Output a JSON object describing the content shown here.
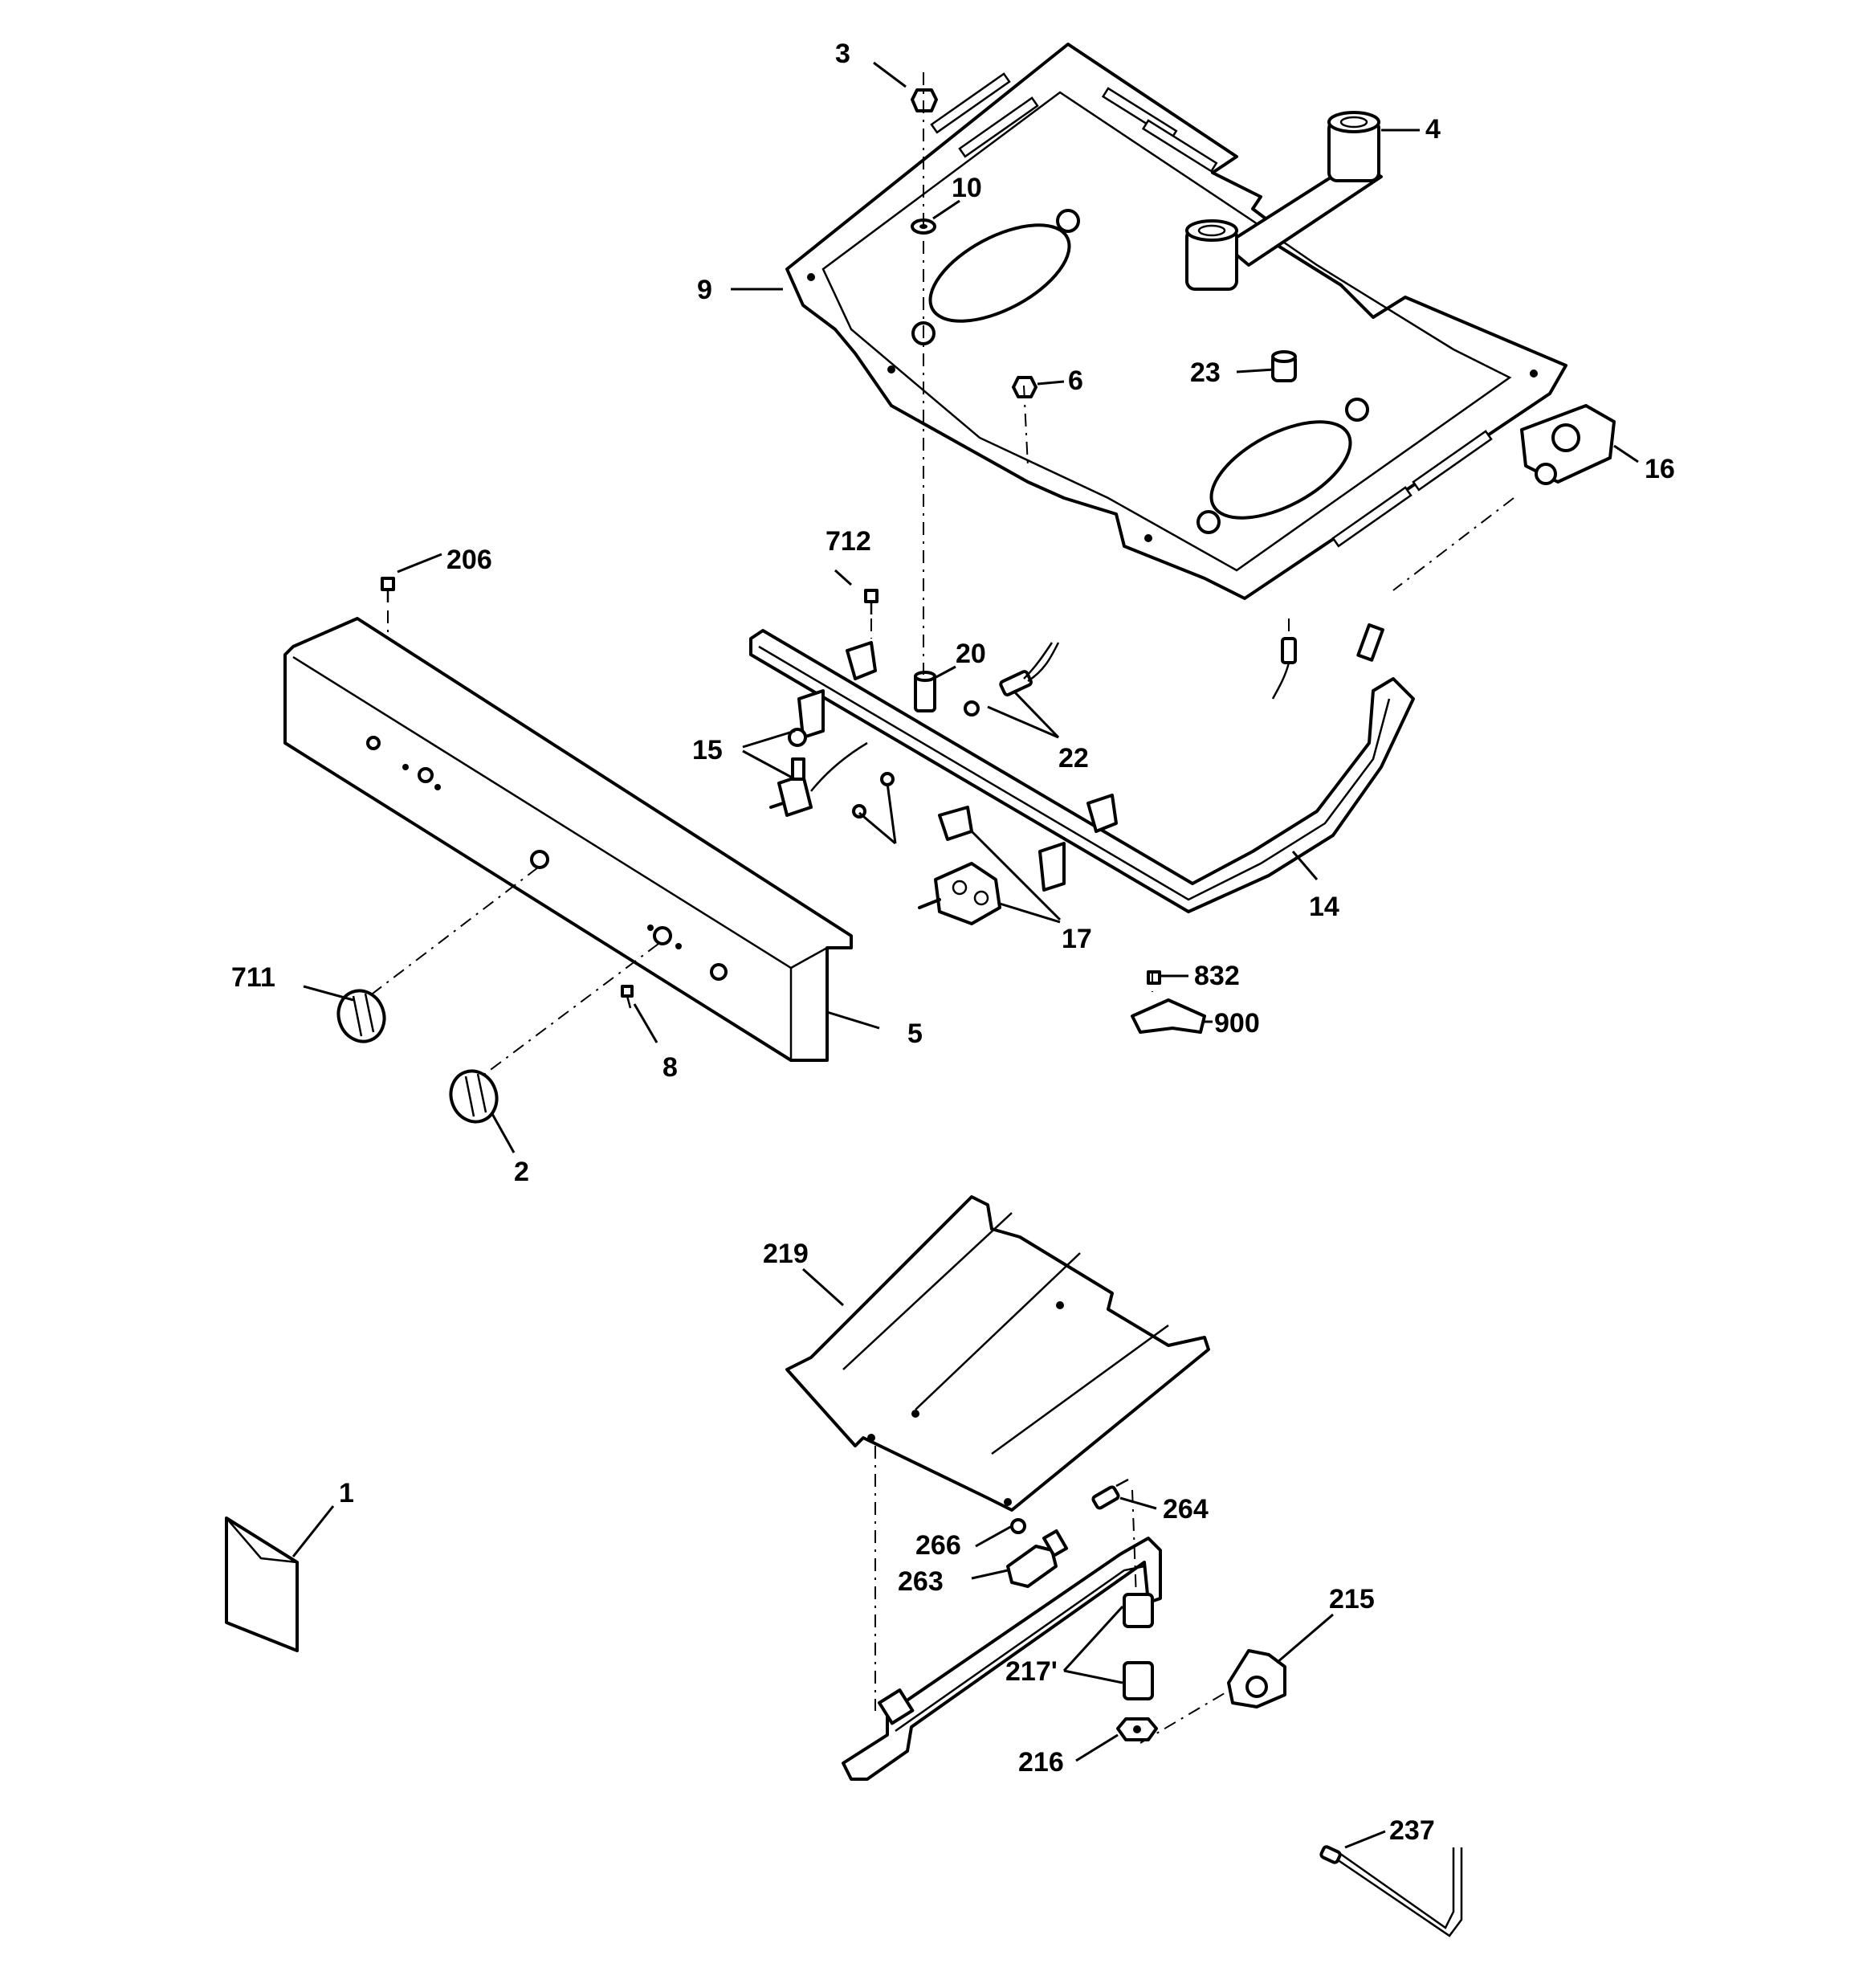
{
  "callouts": {
    "c1": "1",
    "c2": "2",
    "c3": "3",
    "c4": "4",
    "c5": "5",
    "c6": "6",
    "c8": "8",
    "c9": "9",
    "c10": "10",
    "c14": "14",
    "c15": "15",
    "c16": "16",
    "c17": "17",
    "c20": "20",
    "c22": "22",
    "c23": "23",
    "c206": "206",
    "c215": "215",
    "c216": "216",
    "c217": "217'",
    "c219": "219",
    "c237": "237",
    "c263": "263",
    "c264": "264",
    "c266": "266",
    "c711": "711",
    "c712": "712",
    "c832": "832",
    "c900": "900"
  }
}
